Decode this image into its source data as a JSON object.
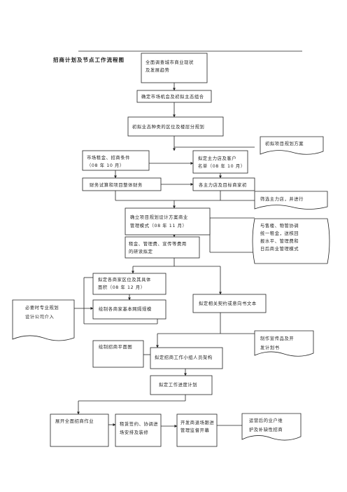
{
  "title": "招商计划及节点工作流程图",
  "steps": {
    "s1": [
      "全面调查城市商业现状",
      "及发展趋势"
    ],
    "s2": [
      "确定市场机会及初拟主态组合"
    ],
    "s3": [
      "初拟业态种类的区位及楼层分规划"
    ],
    "s4a": [
      "市场租金、招商条件",
      "（08 年 10 月）"
    ],
    "s4b": [
      "拟定主力店及客户",
      "名单（08 年 10 月）"
    ],
    "s5a": [
      "财务试算和项目整体财务"
    ],
    "s5b": [
      "各主力店及目标商家初"
    ],
    "s6": [
      "确立项目规划设计方案商业",
      "管理模式（08 年 11 月）"
    ],
    "s7": [
      "租金、管理费、宣传等费用",
      "的研读拟定"
    ],
    "s8": [
      "拟定各商家区位及其具体",
      "面积（08 年 12 月）"
    ],
    "s9": [
      "绘制各商家基本网隔规模"
    ],
    "s10": [
      "拟定相关契约或意向书文本"
    ],
    "s11": [
      "绘制招商平面图"
    ],
    "s12": [
      "拟定招商工作小组人员架构"
    ],
    "s13": [
      "拟定工作进度计划"
    ],
    "s14": [
      "展开全面招商作业"
    ],
    "s15": [
      "租赁签约、协调进",
      "场安排及装修"
    ],
    "s16": [
      "开发商退场跟进",
      "管理监督开幕"
    ]
  },
  "documents": {
    "d1": [
      "初拟项目规划方案"
    ],
    "d2": [
      "筛选主力店，并进行"
    ],
    "d3": [
      "与售楼、物管协调",
      "统一租金，送核回",
      "报水平、管理费和",
      "日后商业管理模式"
    ],
    "d4": [
      "必要时专业规划",
      "设计公司介入"
    ],
    "d5": [
      "制作宣传品及开",
      "发计划书"
    ],
    "d6": [
      "运营后的业户维",
      "护及补缺性招商"
    ]
  }
}
